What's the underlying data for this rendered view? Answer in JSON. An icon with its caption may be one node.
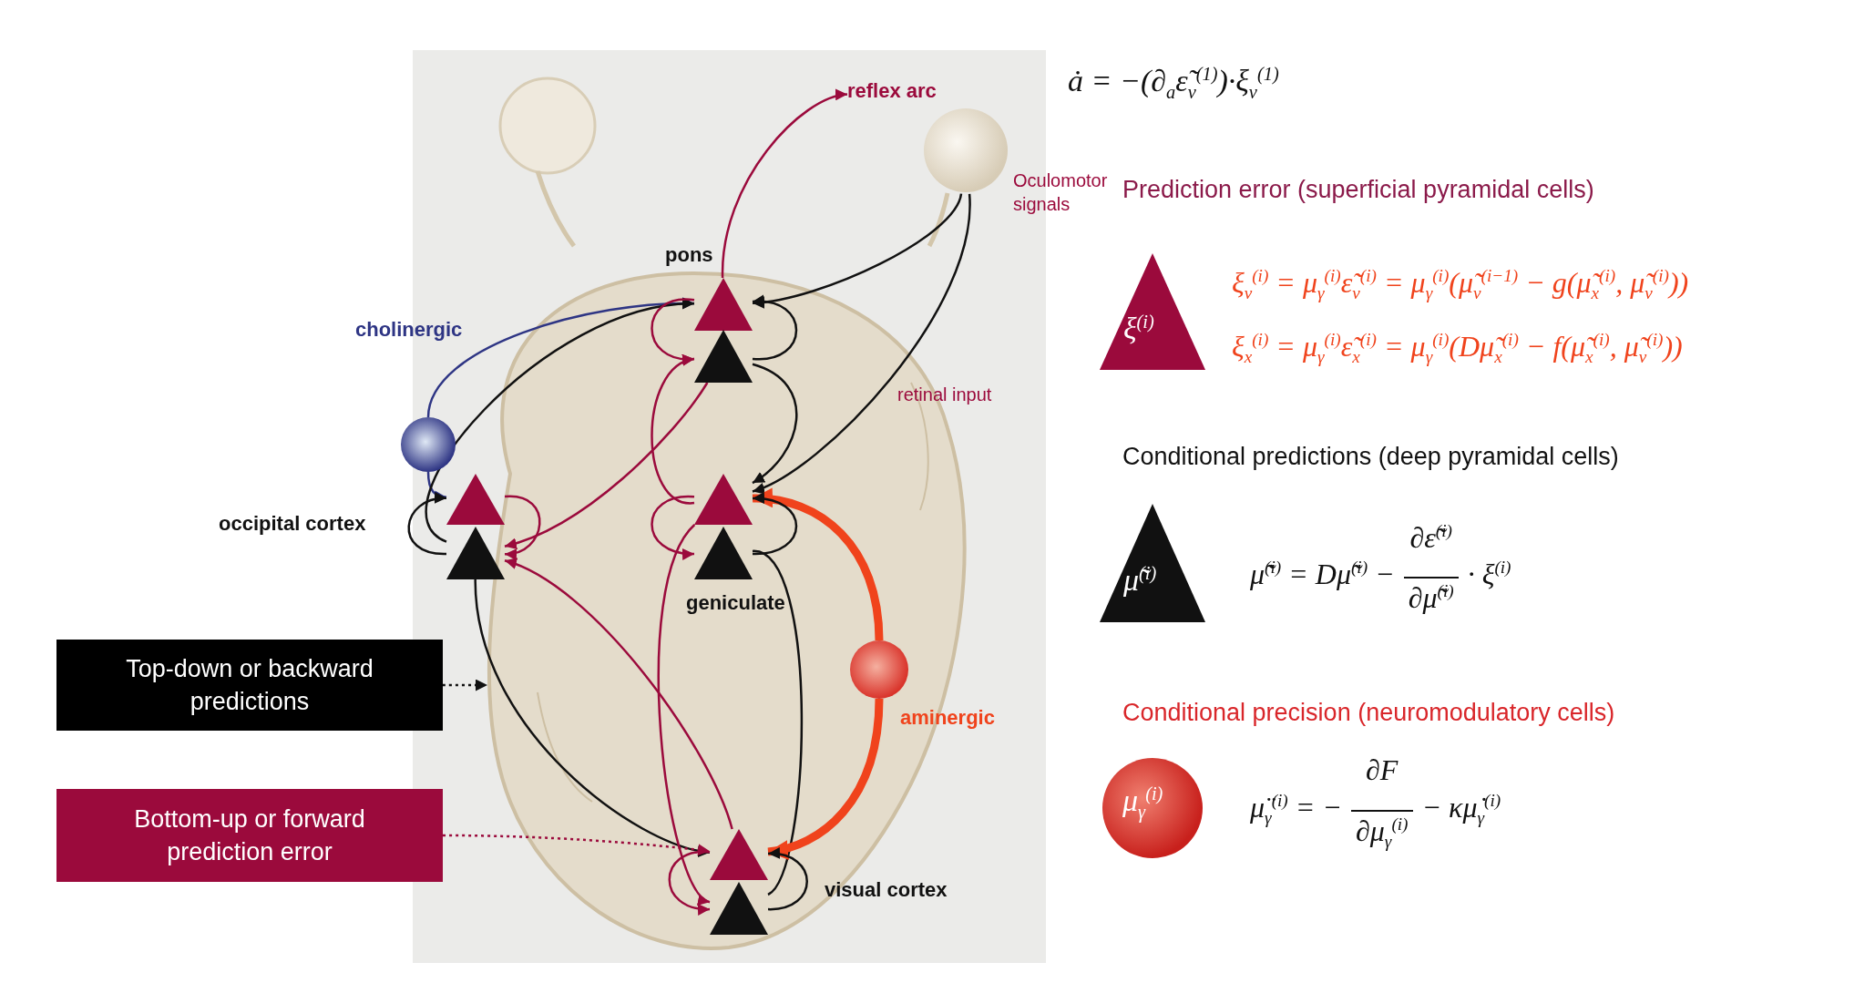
{
  "diagram": {
    "nodes": [
      {
        "text": [
          "reflex arc"
        ]
      },
      {
        "text": [],
        "shape": "picture"
      },
      {
        "text": [
          "pons"
        ]
      },
      {
        "text": [],
        "shape": "triangle",
        "in": 2
      },
      {
        "text": [],
        "shape": "triangle",
        "in": 2
      },
      {
        "text": [
          "cholinergic"
        ]
      },
      {
        "text": [
          "occipital cortex"
        ]
      },
      {
        "text": [],
        "shape": "triangle",
        "in": 6
      },
      {
        "text": [],
        "shape": "triangle",
        "in": 6
      },
      {
        "text": [
          "geniculate"
        ]
      },
      {
        "text": [],
        "shape": "triangle",
        "in": 9
      },
      {
        "text": [],
        "shape": "triangle",
        "in": 9
      },
      {
        "text": [
          "Top-down or backward predictions"
        ]
      },
      {
        "text": [
          "aminergic"
        ]
      },
      {
        "text": [
          "Bottom-up or forward prediction error"
        ]
      },
      {
        "text": [
          "visual cortex"
        ]
      },
      {
        "text": [],
        "shape": "triangle",
        "in": 15
      },
      {
        "text": [],
        "shape": "triangle",
        "in": 15
      },
      {
        "text": [
          "ξ$^{(i)}$"
        ]
      },
      {
        "text": [
          "μ̃$^{(i)}$"
        ]
      },
      {
        "text": [
          "μ$_{γ}$$^{(i)}$"
        ]
      }
    ],
    "edges": [
      {
        "from": 3,
        "to": 0,
        "arrow": "to",
        "color": "#9b0a3c"
      },
      {
        "from": 1,
        "to": 3,
        "arrow": "to",
        "label": "Oculomotor signals"
      },
      {
        "from": 1,
        "to": 10,
        "arrow": "to",
        "label": "retinal input"
      },
      {
        "from": 5,
        "to": 3,
        "arrow": "to",
        "color": "#2e3584"
      },
      {
        "from": 5,
        "to": 7,
        "arrow": "to",
        "color": "#2e3584"
      },
      {
        "from": 8,
        "to": 3,
        "arrow": "to"
      },
      {
        "from": 4,
        "to": 10,
        "arrow": "to"
      },
      {
        "from": 10,
        "to": 4,
        "arrow": "to",
        "color": "#9b0a3c"
      },
      {
        "from": 4,
        "to": 8,
        "arrow": "to",
        "color": "#9b0a3c"
      },
      {
        "from": 16,
        "to": 8,
        "arrow": "to",
        "color": "#9b0a3c"
      },
      {
        "from": 8,
        "to": 16,
        "arrow": "to"
      },
      {
        "from": 10,
        "to": 17,
        "arrow": "to",
        "color": "#9b0a3c"
      },
      {
        "from": 11,
        "to": 17,
        "arrow": "none"
      },
      {
        "from": 13,
        "to": 10,
        "arrow": "to",
        "style": "thick",
        "color": "#f0431c"
      },
      {
        "from": 13,
        "to": 16,
        "arrow": "to",
        "style": "thick",
        "color": "#f0431c"
      },
      {
        "from": 3,
        "to": 4,
        "arrow": "to",
        "color": "#9b0a3c"
      },
      {
        "from": 4,
        "to": 3,
        "arrow": "to"
      },
      {
        "from": 7,
        "to": 8,
        "arrow": "to",
        "color": "#9b0a3c"
      },
      {
        "from": 8,
        "to": 7,
        "arrow": "to"
      },
      {
        "from": 10,
        "to": 11,
        "arrow": "to",
        "color": "#9b0a3c"
      },
      {
        "from": 11,
        "to": 10,
        "arrow": "to"
      },
      {
        "from": 16,
        "to": 17,
        "arrow": "to",
        "color": "#9b0a3c"
      },
      {
        "from": 17,
        "to": 16,
        "arrow": "to"
      },
      {
        "from": 12,
        "to": null,
        "arrow": "to",
        "style": "dashed"
      },
      {
        "from": 14,
        "to": 16,
        "arrow": "to",
        "style": "dashed",
        "color": "#9b0a3c"
      }
    ],
    "labels": [
      "ȧ = −(∂$_{a}$ε̃$_{v}$$^{(1)}$)·ξ$_{v}$$^{(1)}$",
      "Prediction error (superficial pyramidal cells)",
      "ξ$_{v}$$^{(i)}$ = μ$_{γ}$$^{(i)}$ε̃$_{v}$$^{(i)}$ = μ$_{γ}$$^{(i)}$(μ̃$_{v}$$^{(i−1)}$ − g(μ̃$_{x}$$^{(i)}$, μ̃$_{v}$$^{(i)}$))",
      "ξ$_{x}$$^{(i)}$ = μ$_{γ}$$^{(i)}$ε̃$_{x}$$^{(i)}$ = μ$_{γ}$$^{(i)}$(Dμ̃$_{x}$$^{(i)}$ − f(μ̃$_{x}$$^{(i)}$, μ̃$_{v}$$^{(i)}$))",
      "Conditional predictions (deep pyramidal cells)",
      "μ̃̇$^{(i)}$ = Dμ̃$^{(i)}$ −",
      "∂ε̃$^{(i)}$",
      "∂μ̃$^{(i)}$",
      "· ξ$^{(i)}$",
      "Conditional precision (neuromodulatory cells)",
      "μ̈$_{γ}$$^{(i)}$ = −",
      "∂F",
      "∂μ$_{γ}$$^{(i)}$",
      "− κμ̇$_{γ}$$^{(i)}$"
    ]
  }
}
